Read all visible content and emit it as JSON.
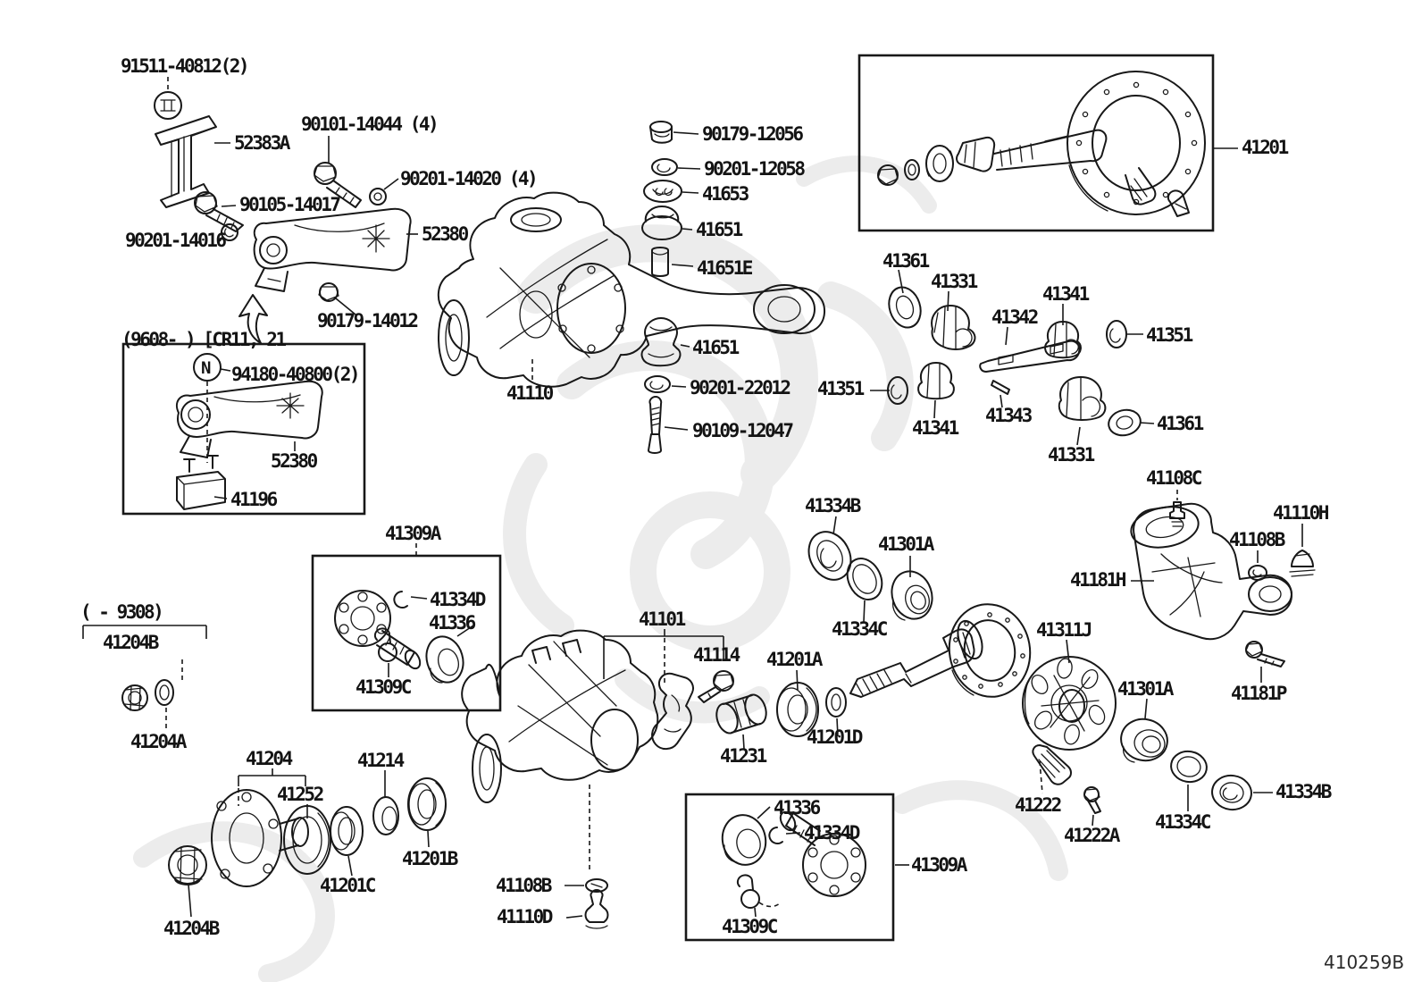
{
  "page": {
    "background": "#ffffff",
    "line_color": "#181818",
    "watermark_color": "#e9e9e9",
    "footer_code": "410259B"
  },
  "symbols": {
    "n_marker": "N"
  },
  "labels": [
    "91511-40812(2)",
    "52383A",
    "90101-14044 (4)",
    "90201-14020 (4)",
    "90105-14017",
    "90201-14016",
    "52380",
    "90179-14012",
    "(9608-      ) [CR11, 21",
    "94180-40800(2)",
    "52380",
    "41196",
    "90179-12056",
    "90201-12058",
    "41653",
    "41651",
    "41651E",
    "41651",
    "90201-22012",
    "90109-12047",
    "41110",
    "41201",
    "41361",
    "41331",
    "41342",
    "41341",
    "41351",
    "41351",
    "41341",
    "41343",
    "41331",
    "41361",
    "41108C",
    "41110H",
    "41108B",
    "41181H",
    "41311J",
    "41334B",
    "41301A",
    "41334C",
    "41101",
    "41114",
    "41201A",
    "41201D",
    "41231",
    "41301A",
    "41181P",
    "41222",
    "41222A",
    "41334C",
    "41334B",
    "(     - 9308)",
    "41204B",
    "41204A",
    "41204",
    "41252",
    "41214",
    "41201C",
    "41201B",
    "41204B",
    "41108B",
    "41110D",
    "41309A",
    "41334D",
    "41336",
    "41309C",
    "41336",
    "41334D",
    "41309C",
    "41309A"
  ]
}
